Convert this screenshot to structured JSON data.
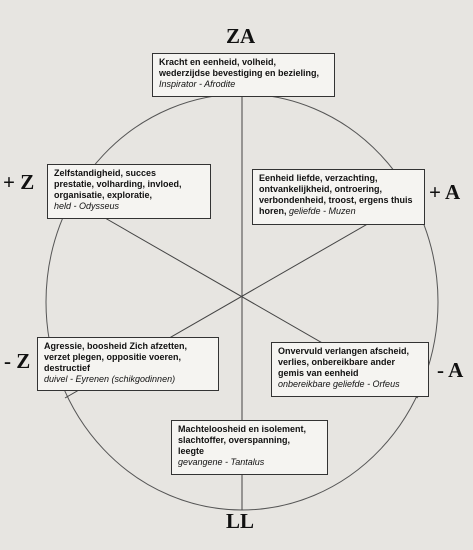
{
  "axes": {
    "top": "ZA",
    "bottom": "LL",
    "upper_left": "+ Z",
    "upper_right": "+ A",
    "lower_left": "- Z",
    "lower_right": "- A"
  },
  "boxes": {
    "top": {
      "lines": [
        "Kracht en eenheid, volheid,",
        "wederzijdse bevestiging en bezieling,"
      ],
      "sub": "Inspirator - Afrodite"
    },
    "upper_left": {
      "lines": [
        "Zelfstandigheid, succes",
        "prestatie, volharding, invloed,",
        "organisatie, exploratie,"
      ],
      "sub": "held - Odysseus"
    },
    "upper_right": {
      "lines": [
        "Eenheid liefde, verzachting,",
        "ontvankelijkheid, ontroering,",
        "verbondenheid, troost, ergens thuis"
      ],
      "last_bold": "horen,",
      "last_sub": "geliefde - Muzen"
    },
    "lower_left": {
      "lines": [
        "Agressie, boosheid  Zich afzetten,",
        "verzet plegen,  oppositie voeren,",
        "destructief"
      ],
      "sub": "duivel - Eyrenen (schikgodinnen)"
    },
    "lower_right": {
      "lines": [
        "Onvervuld verlangen afscheid,",
        "verlies, onbereikbare ander",
        "gemis van eenheid"
      ],
      "sub": "onbereikbare geliefde - Orfeus"
    },
    "bottom": {
      "lines": [
        "Machteloosheid en isolement,",
        "slachtoffer, overspanning,",
        "leegte"
      ],
      "sub": "gevangene - Tantalus"
    }
  }
}
